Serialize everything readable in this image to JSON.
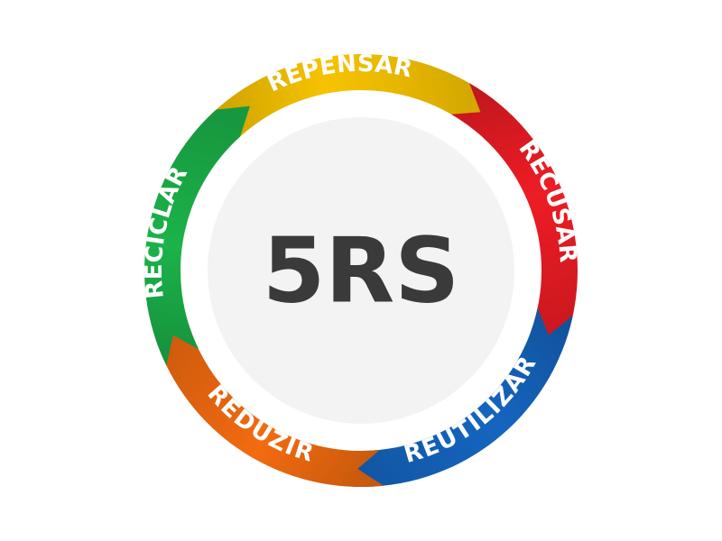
{
  "center": {
    "title": "5RS",
    "circle_color": "#f3f3f3",
    "text_color": "#3a3a3a"
  },
  "segments": [
    {
      "label": "REPENSAR",
      "color": "#f7c300",
      "arrow_end": "dark-gold"
    },
    {
      "label": "RECUSAR",
      "color": "#ee1c25",
      "arrow_end": "dark-red"
    },
    {
      "label": "REUTILIZAR",
      "color": "#1565c0",
      "arrow_end": "dark-blue"
    },
    {
      "label": "REDUZIR",
      "color": "#f26b10",
      "arrow_end": "dark-orange"
    },
    {
      "label": "RECICLAR",
      "color": "#1bb34a",
      "arrow_end": "dark-green"
    }
  ]
}
